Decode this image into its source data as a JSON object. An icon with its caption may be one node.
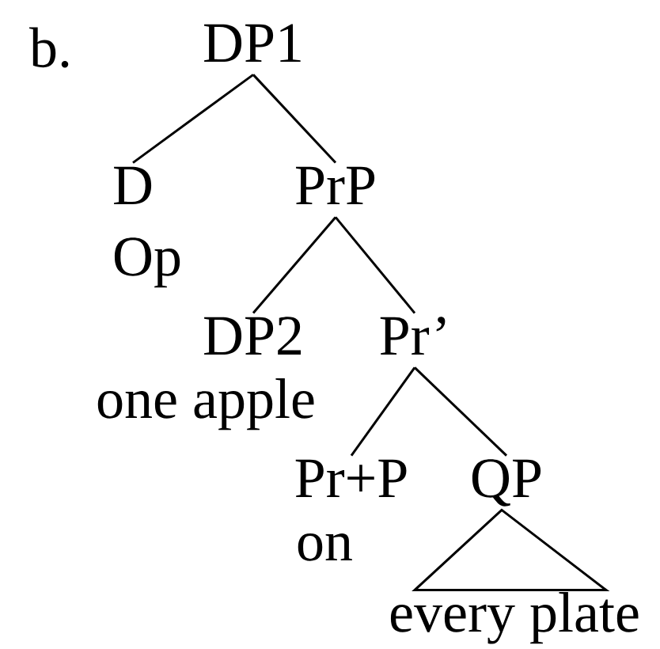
{
  "diagram": {
    "nodes": [
      {
        "text": [
          "DP1"
        ]
      },
      {
        "text": [
          "D"
        ]
      },
      {
        "text": [
          "PrP"
        ]
      },
      {
        "text": [
          "Op"
        ]
      },
      {
        "text": [
          "DP2"
        ]
      },
      {
        "text": [
          "Pr’"
        ]
      },
      {
        "text": [
          "one apple"
        ]
      },
      {
        "text": [
          "Pr+P"
        ]
      },
      {
        "text": [
          "QP"
        ]
      },
      {
        "text": [
          "on"
        ]
      },
      {
        "text": [
          "every plate"
        ]
      }
    ],
    "edges": [
      {
        "from": 0,
        "to": 1,
        "arrow": "none"
      },
      {
        "from": 0,
        "to": 2,
        "arrow": "none"
      },
      {
        "from": 2,
        "to": 4,
        "arrow": "none"
      },
      {
        "from": 2,
        "to": 5,
        "arrow": "none"
      },
      {
        "from": 5,
        "to": 7,
        "arrow": "none"
      },
      {
        "from": 5,
        "to": 8,
        "arrow": "none"
      },
      {
        "from": 8,
        "to": 10,
        "arrow": "none"
      }
    ],
    "labels": [
      "b."
    ]
  }
}
